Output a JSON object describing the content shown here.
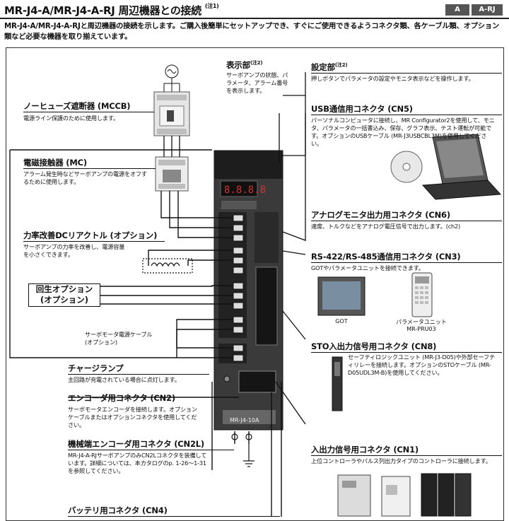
{
  "header": {
    "title": "MR-J4-A/MR-J4-A-RJ 周辺機器との接続",
    "title_note": "(注1)",
    "badges": [
      "A",
      "A-RJ"
    ]
  },
  "intro": "MR-J4-A/MR-J4-A-RJと周辺機器の接続を示します。ご購入後簡単にセットアップでき、すぐにご使用できるようコネクタ類、各ケーブル類、オプション類など必要な機器を取り揃えています。",
  "left": {
    "mccb": {
      "title": "ノーヒューズ遮断器 (MCCB)",
      "desc": "電源ライン保護のために使用します。"
    },
    "mc": {
      "title": "電磁接触器 (MC)",
      "desc": "アラーム発生時などサーボアンプの電源をオフするために使用します。"
    },
    "dcl": {
      "title": "力率改善DCリアクトル (オプション)",
      "desc": "サーボアンプの力率を改善し、電源容量を小さくできます。"
    },
    "regen": {
      "line1": "回生オプション",
      "line2": "(オプション)"
    },
    "motor_cable": {
      "line1": "サーボモータ電源ケーブル",
      "line2": "(オプション)"
    },
    "charge": {
      "title": "チャージランプ",
      "desc": "主回路が充電されている場合に点灯します。"
    },
    "cn2": {
      "title": "エンコーダ用コネクタ (CN2)",
      "desc": "サーボモータエンコーダを接続します。オプションケーブルまたはオプションコネクタを使用してください。"
    },
    "cn2l": {
      "title": "機械端エンコーダ用コネクタ (CN2L)",
      "desc": "MR-J4-A-RJサーボアンプのみCN2Lコネクタを装備しています。詳細については、本カタログのp. 1-26～1-31を参照してください。"
    },
    "cn4": {
      "title": "バッテリ用コネクタ (CN4)"
    }
  },
  "center": {
    "display": {
      "title": "表示部",
      "note": "(注2)",
      "desc": "サーボアンプの状態、パラメータ、アラーム番号を表示します。"
    },
    "model_label": "MR-J4-10A"
  },
  "right": {
    "setting": {
      "title": "設定部",
      "note": "(注2)",
      "desc": "押しボタンでパラメータの設定やモニタ表示などを操作します。"
    },
    "usb": {
      "title": "USB通信用コネクタ (CN5)",
      "desc": "パーソナルコンピュータに接続し、MR Configurator2を使用して、モニタ、パラメータの一括書込み、保存、グラフ表示、テスト運転が可能です。オプションのUSBケーブル (MR-J3USBCBL3M)を使用してください。"
    },
    "cn6": {
      "title": "アナログモニタ出力用コネクタ (CN6)",
      "desc": "速度、トルクなどをアナログ電圧信号で出力します。(ch2)"
    },
    "cn3": {
      "title": "RS-422/RS-485通信用コネクタ (CN3)",
      "desc": "GOTやパラメータユニットを接続できます。"
    },
    "got_label": "GOT",
    "pu_label1": "パラメータユニット",
    "pu_label2": "MR-PRU03",
    "cn8": {
      "title": "STO入出力信号用コネクタ (CN8)",
      "desc": "セーフティロジックユニット (MR-J3-D05)や外部セーフティリレーを接続します。オプションのSTOケーブル (MR-D05UDL3M-B)を使用してください。"
    },
    "cn1": {
      "title": "入出力信号用コネクタ (CN1)",
      "desc": "上位コントローラやパルス列出力タイプのコントローラに接続します。"
    }
  }
}
